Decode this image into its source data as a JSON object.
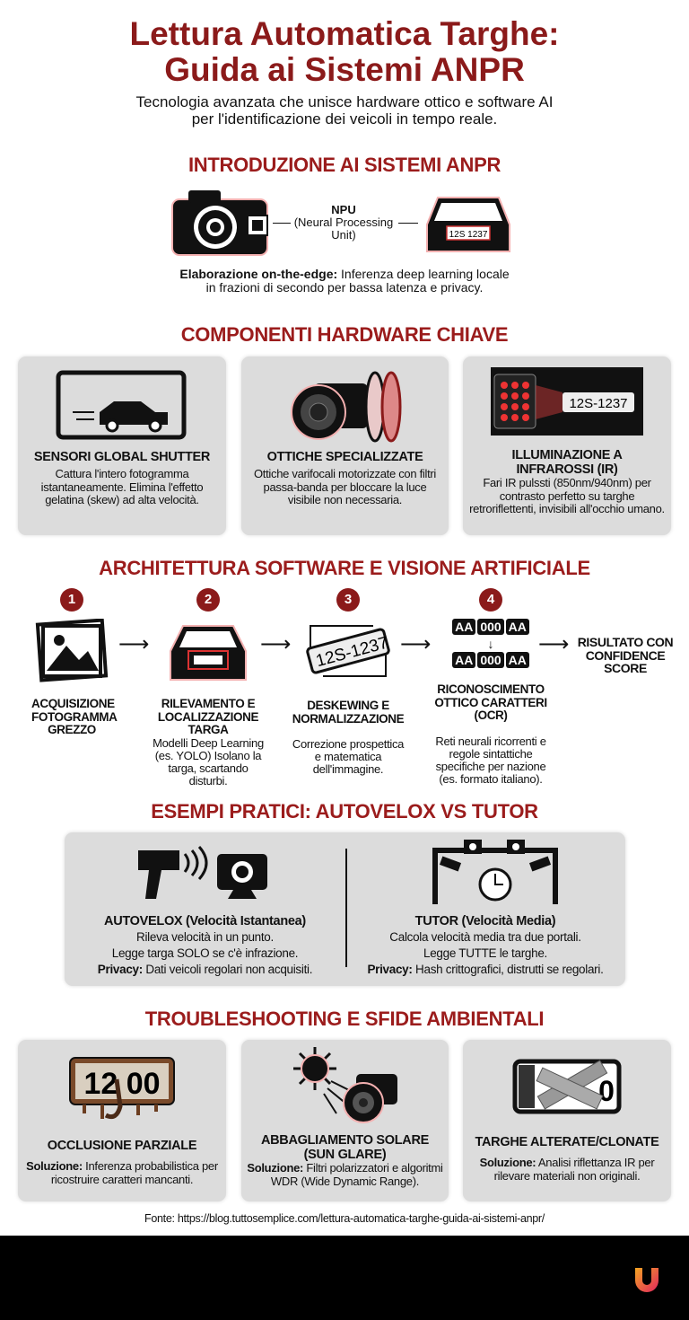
{
  "header": {
    "title_line1": "Lettura Automatica Targhe:",
    "title_line2": "Guida ai Sistemi ANPR",
    "subtitle_line1": "Tecnologia avanzata che unisce hardware ottico e software AI",
    "subtitle_line2": "per l'identificazione dei veicoli in tempo reale."
  },
  "intro": {
    "heading": "INTRODUZIONE AI SISTEMI ANPR",
    "npu_label": "NPU",
    "npu_sub": "(Neural Processing Unit)",
    "plate_text": "12S 1237",
    "caption_bold": "Elaborazione on-the-edge:",
    "caption_line1": " Inferenza deep learning locale",
    "caption_line2": "in frazioni di secondo per bassa latenza e privacy."
  },
  "hardware": {
    "heading": "COMPONENTI HARDWARE CHIAVE",
    "cards": [
      {
        "title": "SENSORI GLOBAL SHUTTER",
        "text": "Cattura l'intero fotogramma istantaneamente. Elimina l'effetto gelatina (skew) ad alta velocità.",
        "icon": "monitor-car-icon"
      },
      {
        "title": "OTTICHE SPECIALIZZATE",
        "text": "Ottiche varifocali motorizzate con filtri passa-banda per bloccare la luce visibile non necessaria.",
        "icon": "camera-lens-filter-icon"
      },
      {
        "title": "ILLUMINAZIONE A INFRAROSSI (IR)",
        "text": "Fari IR pulssti (850nm/940nm) per contrasto perfetto su targhe retroriflettenti, invisibili all'occhio umano.",
        "icon": "ir-illuminator-icon",
        "plate": "12S-1237"
      }
    ]
  },
  "software": {
    "heading": "ARCHITETTURA SOFTWARE E VISIONE ARTIFICIALE",
    "steps": [
      {
        "num": "1",
        "title": "ACQUISIZIONE FOTOGRAMMA GREZZO",
        "text": ""
      },
      {
        "num": "2",
        "title": "RILEVAMENTO E LOCALIZZAZIONE TARGA",
        "text": "Modelli Deep Learning (es. YOLO) Isolano la targa, scartando disturbi."
      },
      {
        "num": "3",
        "title": "DESKEWING E NORMALIZZAZIONE",
        "text": "Correzione prospettica e matematica dell'immagine.",
        "plate": "12S-1237"
      },
      {
        "num": "4",
        "title": "RICONOSCIMENTO OTTICO CARATTERI (OCR)",
        "text": "Reti neurali ricorrenti e regole sintattiche specifiche per nazione (es. formato italiano).",
        "plate_top": [
          "AA",
          "000",
          "AA"
        ],
        "plate_bottom": [
          "AA",
          "000",
          "AA"
        ]
      }
    ],
    "result": "RISULTATO CON CONFIDENCE SCORE"
  },
  "examples": {
    "heading": "ESEMPI PRATICI: AUTOVELOX VS TUTOR",
    "left": {
      "title": "AUTOVELOX (Velocità Istantanea)",
      "line1": "Rileva velocità in un punto.",
      "line2": "Legge targa SOLO se c'è infrazione.",
      "privacy_label": "Privacy:",
      "privacy_text": " Dati veicoli regolari non acquisiti."
    },
    "right": {
      "title": "TUTOR (Velocità Media)",
      "line1": "Calcola velocità media tra due portali.",
      "line2": "Legge TUTTE le targhe.",
      "privacy_label": "Privacy:",
      "privacy_text": " Hash crittografici, distrutti se regolari."
    }
  },
  "troubleshooting": {
    "heading": "TROUBLESHOOTING E SFIDE AMBIENTALI",
    "cards": [
      {
        "title": "OCCLUSIONE PARZIALE",
        "label": "Soluzione:",
        "text": " Inferenza probabilistica per ricostruire caratteri mancanti.",
        "icon": "muddy-plate-icon",
        "plate": "12 00"
      },
      {
        "title": "ABBAGLIAMENTO SOLARE (SUN GLARE)",
        "label": "Soluzione:",
        "text": " Filtri polarizzatori e algoritmi WDR (Wide Dynamic Range).",
        "icon": "sun-camera-icon"
      },
      {
        "title": "TARGHE ALTERATE/CLONATE",
        "label": "Soluzione:",
        "text": " Analisi riflettanza IR per rilevare materiali non originali.",
        "icon": "taped-plate-icon"
      }
    ]
  },
  "footer": {
    "source": "Fonte: https://blog.tuttosemplice.com/lettura-automatica-targhe-guida-ai-sistemi-anpr/"
  },
  "colors": {
    "accent": "#8b1a1a",
    "card": "#dcdcdc",
    "footer_bar": "#000000"
  }
}
